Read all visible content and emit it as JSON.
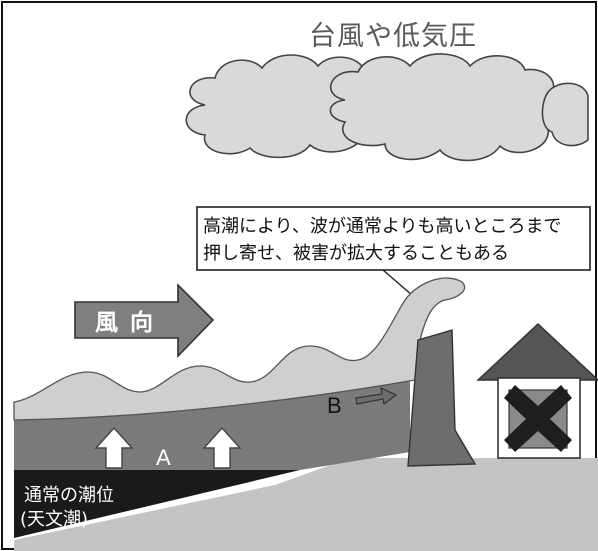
{
  "title": "台風や低気圧",
  "callout": {
    "line1": "高潮により、波が通常よりも高いところまで",
    "line2": "押し寄せ、被害が拡大することもある"
  },
  "wind_label": "風 向",
  "label_a": "A",
  "label_b": "B",
  "tide_label": {
    "line1": "通常の潮位",
    "line2": "(天文潮)"
  },
  "colors": {
    "cloud": "#d9d9d9",
    "wave": "#cfcfcf",
    "sea_band": "#7a7a7a",
    "ground": "#c4c4c4",
    "wall": "#6d6d6d",
    "arrow": "#7f7f7f",
    "house": "#555555",
    "cross": "#1e1e1e",
    "tide_wedge": "#1a1a1a"
  }
}
